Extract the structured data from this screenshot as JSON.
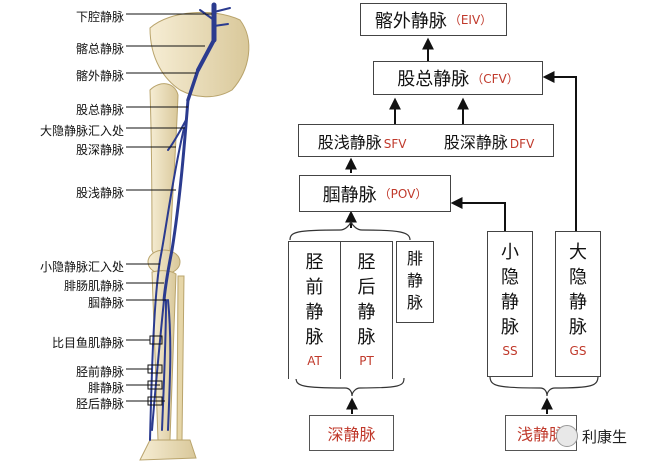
{
  "leg_labels": [
    "下腔静脉",
    "髂总静脉",
    "髂外静脉",
    "股总静脉",
    "大隐静脉汇入处",
    "股深静脉",
    "股浅静脉",
    "小隐静脉汇入处",
    "腓肠肌静脉",
    "腘静脉",
    "比目鱼肌静脉",
    "胫前静脉",
    "腓静脉",
    "胫后静脉"
  ],
  "flow": {
    "eiv": {
      "name": "髂外静脉",
      "abbr": "（EIV）"
    },
    "cfv": {
      "name": "股总静脉",
      "abbr": "（CFV）"
    },
    "sfv": {
      "name": "股浅静脉",
      "abbr": "SFV"
    },
    "dfv": {
      "name": "股深静脉",
      "abbr": "DFV"
    },
    "pov": {
      "name": "腘静脉",
      "abbr": "（POV）"
    }
  },
  "deep_veins": [
    {
      "chars": [
        "胫",
        "前",
        "静",
        "脉"
      ],
      "abbr": "AT"
    },
    {
      "chars": [
        "胫",
        "后",
        "静",
        "脉"
      ],
      "abbr": "PT"
    },
    {
      "chars": [
        "腓",
        "静",
        "脉"
      ],
      "abbr": ""
    }
  ],
  "superficial_veins": [
    {
      "chars": [
        "小",
        "隐",
        "静",
        "脉"
      ],
      "abbr": "SS"
    },
    {
      "chars": [
        "大",
        "隐",
        "静",
        "脉"
      ],
      "abbr": "GS"
    }
  ],
  "categories": {
    "deep": "深静脉",
    "superficial": "浅静脉"
  },
  "watermark": "利康生",
  "colors": {
    "vein": "#2b3b8f",
    "abbr": "#c0392b",
    "bone": "#efe3c2"
  }
}
